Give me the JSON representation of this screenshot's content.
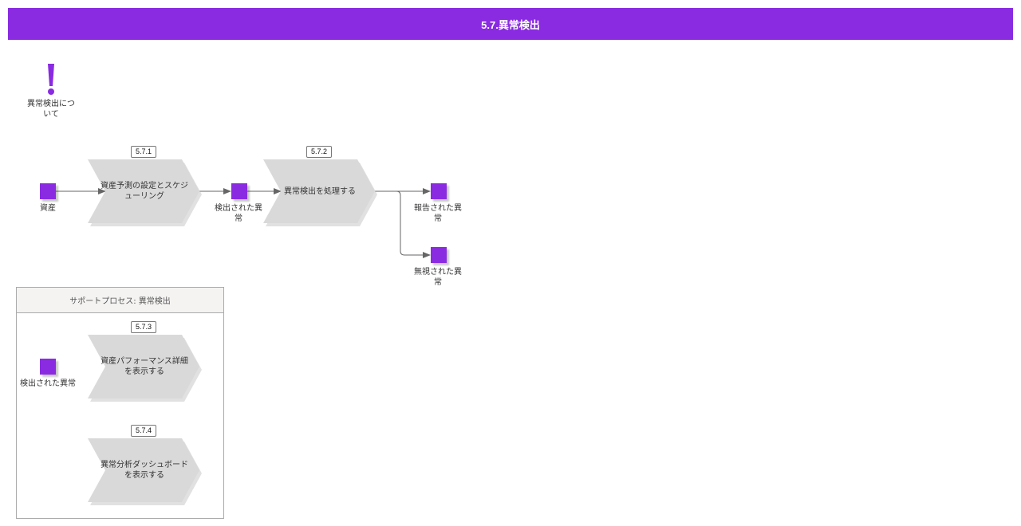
{
  "header": {
    "title": "5.7.異常検出"
  },
  "info": {
    "label": "異常検出について"
  },
  "processes": [
    {
      "id": "5.7.1",
      "label": "資産予測の設定とスケジューリング"
    },
    {
      "id": "5.7.2",
      "label": "異常検出を処理する"
    },
    {
      "id": "5.7.3",
      "label": "資産パフォーマンス詳細を表示する"
    },
    {
      "id": "5.7.4",
      "label": "異常分析ダッシュボードを表示する"
    }
  ],
  "events": {
    "asset": "資産",
    "detected_anomaly": "検出された異常",
    "reported_anomaly": "報告された異常",
    "ignored_anomaly": "無視された異常",
    "support_detected_anomaly": "検出された異常"
  },
  "support": {
    "title": "サポートプロセス: 異常検出"
  },
  "colors": {
    "accent": "#8a2be2",
    "process_fill": "#d9d9d9",
    "connector": "#666666"
  }
}
